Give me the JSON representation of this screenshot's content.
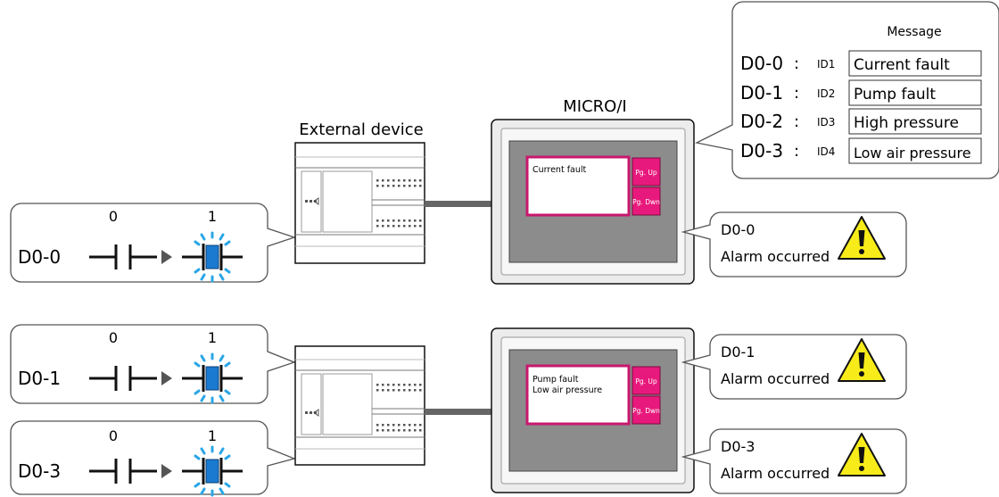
{
  "labels": {
    "external_device": "External device",
    "micro_i": "MICRO/I",
    "message_header": "Message"
  },
  "message_table": [
    {
      "device": "D0-0",
      "sep": ":",
      "id": "ID1",
      "text": "Current fault"
    },
    {
      "device": "D0-1",
      "sep": ":",
      "id": "ID2",
      "text": "Pump fault"
    },
    {
      "device": "D0-2",
      "sep": ":",
      "id": "ID3",
      "text": "High pressure"
    },
    {
      "device": "D0-3",
      "sep": ":",
      "id": "ID4",
      "text": "Low air pressure"
    }
  ],
  "bit_states": {
    "before": "0",
    "after": "1"
  },
  "section1": {
    "bit_rows": [
      {
        "device": "D0-0"
      }
    ],
    "screen_lines": [
      "Current fault"
    ],
    "buttons": {
      "page_up": "Pg. Up",
      "page_down": "Pg. Dwn"
    },
    "alarms": [
      {
        "device": "D0-0",
        "text": "Alarm occurred"
      }
    ]
  },
  "section2": {
    "bit_rows": [
      {
        "device": "D0-1"
      },
      {
        "device": "D0-3"
      }
    ],
    "screen_lines": [
      "Pump fault",
      "Low air pressure"
    ],
    "buttons": {
      "page_up": "Pg. Up",
      "page_down": "Pg. Dwn"
    },
    "alarms": [
      {
        "device": "D0-1",
        "text": "Alarm occurred"
      },
      {
        "device": "D0-3",
        "text": "Alarm occurred"
      }
    ]
  },
  "colors": {
    "callout_border": "#555555",
    "panel_frame": "#e8e8e8",
    "panel_bezel": "#8c8c8c",
    "message_window_border": "#c8186e",
    "button_fill": "#e8197c",
    "coil_fill": "#1a7ad0",
    "flash_blue": "#2aa6e6",
    "warning_yellow": "#f7ec1a"
  },
  "icons": {
    "alarm": "warning-triangle-icon",
    "transition": "play-arrow-icon",
    "contact": "contact-symbol-icon",
    "coil_on": "flashing-coil-icon"
  }
}
